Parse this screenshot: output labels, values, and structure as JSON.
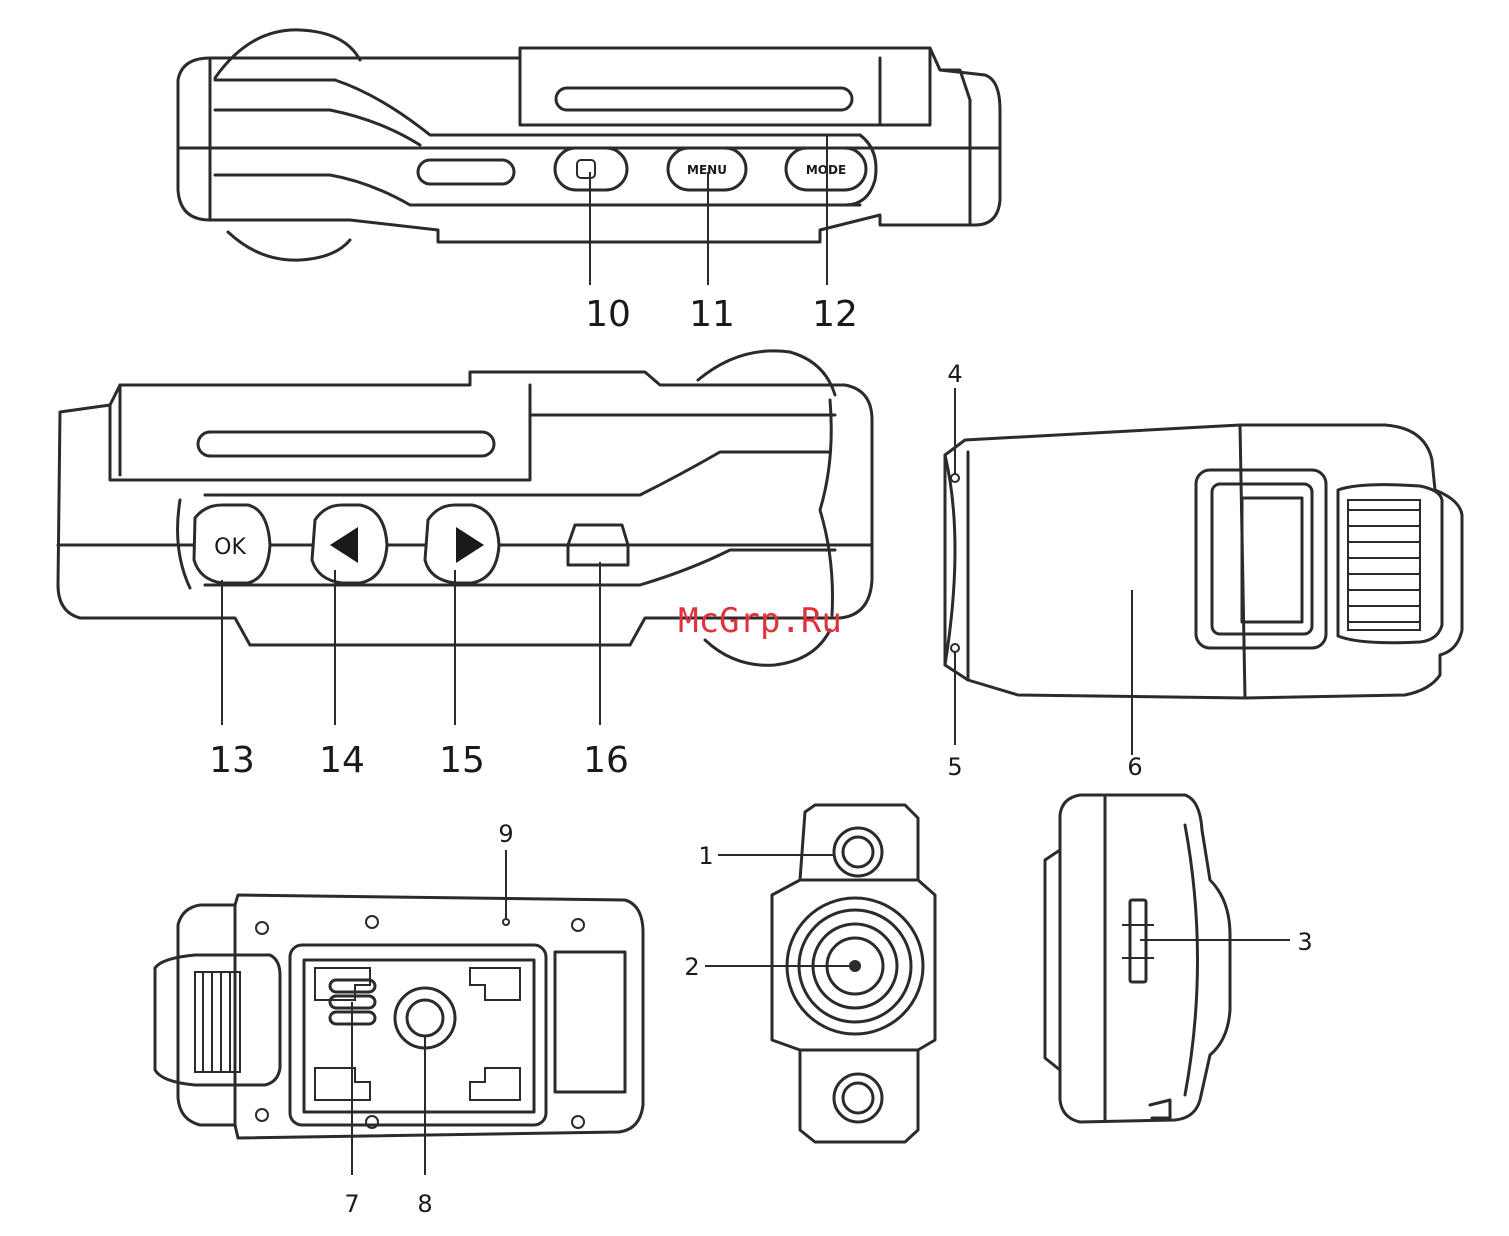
{
  "watermark": "McGrp.Ru",
  "top_view": {
    "buttons": {
      "menu": "MENU",
      "mode": "MODE"
    },
    "labels": [
      "10",
      "11",
      "12"
    ]
  },
  "side_view": {
    "buttons": {
      "ok": "OK"
    },
    "labels": [
      "13",
      "14",
      "15",
      "16"
    ]
  },
  "screen_view": {
    "labels": [
      "4",
      "5",
      "6"
    ]
  },
  "bottom_view": {
    "labels": [
      "9",
      "7",
      "8"
    ]
  },
  "front_view": {
    "labels": [
      "1",
      "2"
    ]
  },
  "end_view": {
    "labels": [
      "3"
    ]
  }
}
